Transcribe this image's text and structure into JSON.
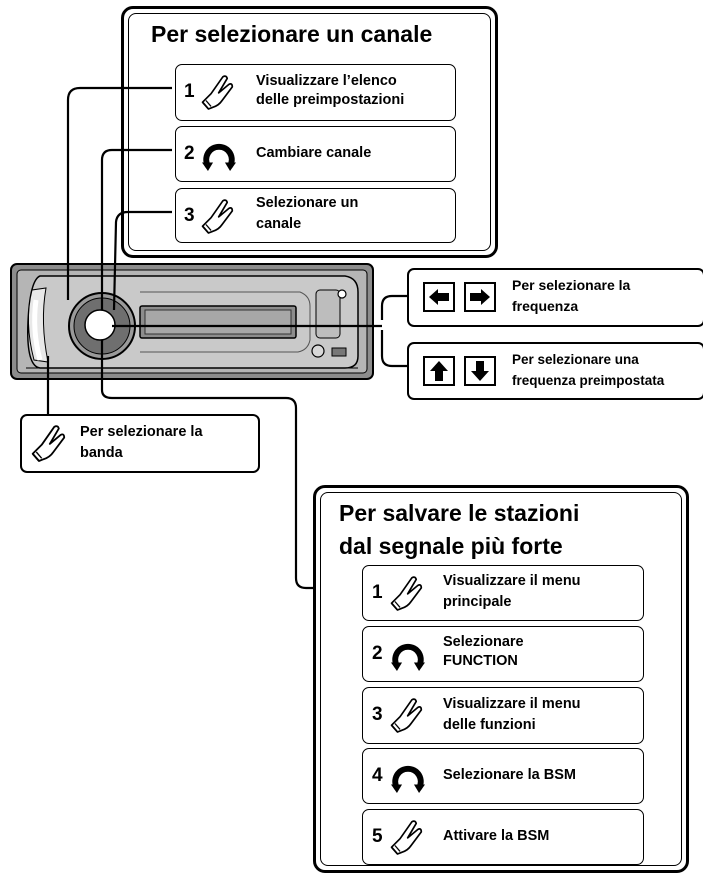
{
  "top_panel": {
    "title": "Per selezionare un canale",
    "steps": [
      {
        "num": "1",
        "icon": "press-hand-icon",
        "text_line1": "Visualizzare l’elenco",
        "text_line2": "delle preimpostazioni"
      },
      {
        "num": "2",
        "icon": "rotate-knob-icon",
        "text_line1": "Cambiare canale",
        "text_line2": ""
      },
      {
        "num": "3",
        "icon": "press-hand-icon",
        "text_line1": "Selezionare un",
        "text_line2": "canale"
      }
    ]
  },
  "right_callouts": {
    "frequency": {
      "icons": [
        "left-arrow-key-icon",
        "right-arrow-key-icon"
      ],
      "text_line1": "Per selezionare la",
      "text_line2": "frequenza"
    },
    "preset_frequency": {
      "icons": [
        "up-arrow-key-icon",
        "down-arrow-key-icon"
      ],
      "text_line1": "Per selezionare una",
      "text_line2": "frequenza preimpostata"
    }
  },
  "band_callout": {
    "icon": "press-hand-icon",
    "text_line1": "Per selezionare la",
    "text_line2": "banda"
  },
  "bottom_panel": {
    "title_line1": "Per salvare le stazioni",
    "title_line2": "dal segnale più forte",
    "steps": [
      {
        "num": "1",
        "icon": "press-hand-icon",
        "text_line1": "Visualizzare il  menu",
        "text_line2": "principale"
      },
      {
        "num": "2",
        "icon": "rotate-knob-icon",
        "text_line1": "Selezionare",
        "text_line2": "FUNCTION"
      },
      {
        "num": "3",
        "icon": "press-hand-icon",
        "text_line1": "Visualizzare il menu",
        "text_line2": "delle funzioni"
      },
      {
        "num": "4",
        "icon": "rotate-knob-icon",
        "text_line1": "Selezionare la BSM",
        "text_line2": ""
      },
      {
        "num": "5",
        "icon": "press-hand-icon",
        "text_line1": "Attivare la BSM",
        "text_line2": ""
      }
    ]
  },
  "colors": {
    "line": "#000000",
    "device_body": "#a8a8a8",
    "device_dark": "#3a3a3a",
    "key_fill": "#cfcfcf"
  }
}
